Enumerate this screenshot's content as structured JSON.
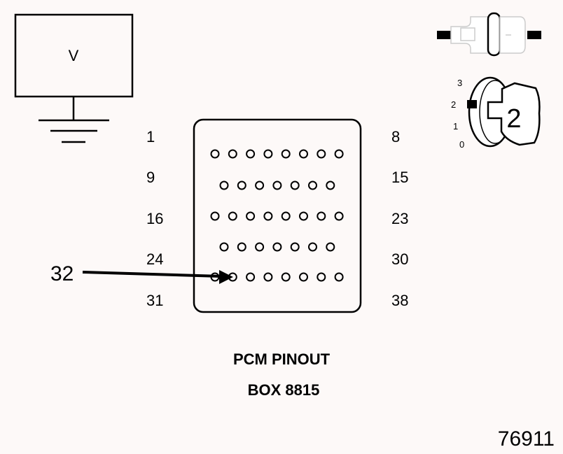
{
  "voltmeter": {
    "label": "V"
  },
  "pin_labels": {
    "left": [
      "1",
      "9",
      "16",
      "24",
      "31"
    ],
    "right": [
      "8",
      "15",
      "23",
      "30",
      "38"
    ]
  },
  "connector": {
    "rows": [
      {
        "pin_count": 8
      },
      {
        "pin_count": 7
      },
      {
        "pin_count": 8
      },
      {
        "pin_count": 7
      },
      {
        "pin_count": 8
      }
    ]
  },
  "callout": {
    "label": "32"
  },
  "caption": {
    "line1": "PCM PINOUT",
    "line2": "BOX 8815"
  },
  "ignition_key": {
    "positions": [
      "3",
      "2",
      "1",
      "0"
    ],
    "selected_position": "2",
    "key_number": "2"
  },
  "figure_number": "76911"
}
